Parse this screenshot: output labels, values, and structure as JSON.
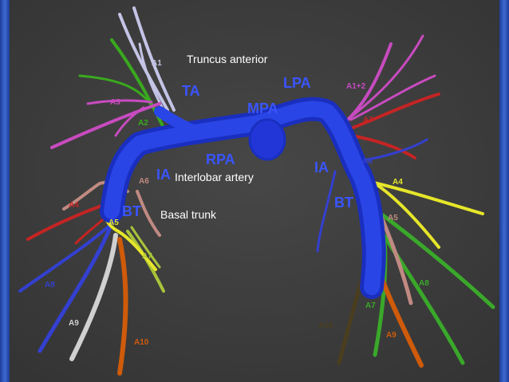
{
  "annotations": {
    "truncus_anterior": "Truncus anterior",
    "interlobar_artery": "Interlobar artery",
    "basal_trunk": "Basal trunk"
  },
  "vessel_labels": {
    "mpa": "MPA",
    "rpa": "RPA",
    "lpa": "LPA",
    "ta": "TA",
    "ia_right": "IA",
    "ia_left": "IA",
    "bt_right": "BT",
    "bt_left": "BT"
  },
  "segment_labels": {
    "right": {
      "a1": "A1",
      "a2": "A2",
      "a3": "A3",
      "a4": "A4",
      "a5": "A5",
      "a6": "A6",
      "a7": "A7",
      "a8": "A8",
      "a9": "A9",
      "a10": "A10"
    },
    "left": {
      "a1_2": "A1+2",
      "a3": "A3",
      "a4": "A4",
      "a5": "A5",
      "a6": "A6",
      "a7": "A7",
      "a8": "A8",
      "a9": "A9",
      "a10": "A10"
    }
  },
  "colors": {
    "background": "#3c3c3c",
    "side_bar": "#2a50b8",
    "trunk": "#2236d8",
    "label_trunk": "#3a55ff",
    "a1": "#c4c4e6",
    "a2": "#39a91e",
    "a3": "#c84bc0",
    "a4": "#c52424",
    "a5": "#e6e62a",
    "a6": "#c08a82",
    "a7": "#a9c43a",
    "a8": "#3340d0",
    "a9": "#d0d0d0",
    "a10": "#cf5b0a",
    "l_a7": "#3aa82a",
    "l_a10": "#4a3e1e"
  }
}
